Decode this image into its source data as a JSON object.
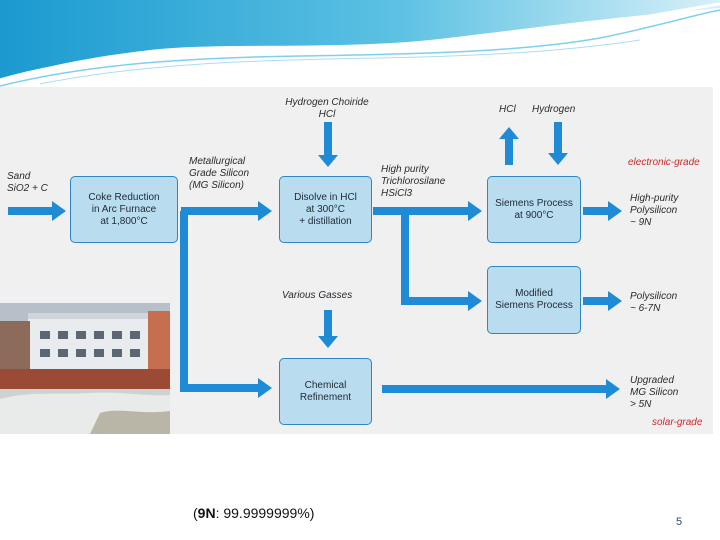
{
  "colors": {
    "arrow": "#1f8ad6",
    "box_fill": "#b9dcef",
    "box_border": "#2f86c4",
    "grade_label": "#cc2a2a"
  },
  "diagram": {
    "inputs": {
      "sand": "Sand\nSiO2 + C",
      "hydrogen_chloride": "Hydrogen Choiride\nHCl",
      "hcl_out": "HCl",
      "hydrogen": "Hydrogen",
      "various_gasses": "Various Gasses"
    },
    "intermediates": {
      "mg_silicon": "Metallurgical\nGrade Silicon\n(MG Silicon)",
      "trichlorosilane": "High purity\nTrichlorosilane\nHSiCl3"
    },
    "processes": {
      "coke_reduction": "Coke Reduction\nin Arc Furnace\nat 1,800°C",
      "dissolve_hcl": "Disolve in HCl\nat 300°C\n+ distillation",
      "siemens": "Siemens Process\nat 900°C",
      "modified_siemens": "Modified\nSiemens Process",
      "chemical_refinement": "Chemical\nRefinement"
    },
    "outputs": {
      "electronic_grade": "electronic-grade",
      "high_purity_polysilicon": "High-purity\nPolysilicon\n~ 9N",
      "polysilicon": "Polysilicon\n~ 6-7N",
      "upgraded_mg": "Upgraded\nMG Silicon\n> 5N",
      "solar_grade": "solar-grade"
    }
  },
  "footnote": {
    "bold": "9N",
    "rest": ": 99.9999999%)",
    "open": "("
  },
  "page_number": "5"
}
